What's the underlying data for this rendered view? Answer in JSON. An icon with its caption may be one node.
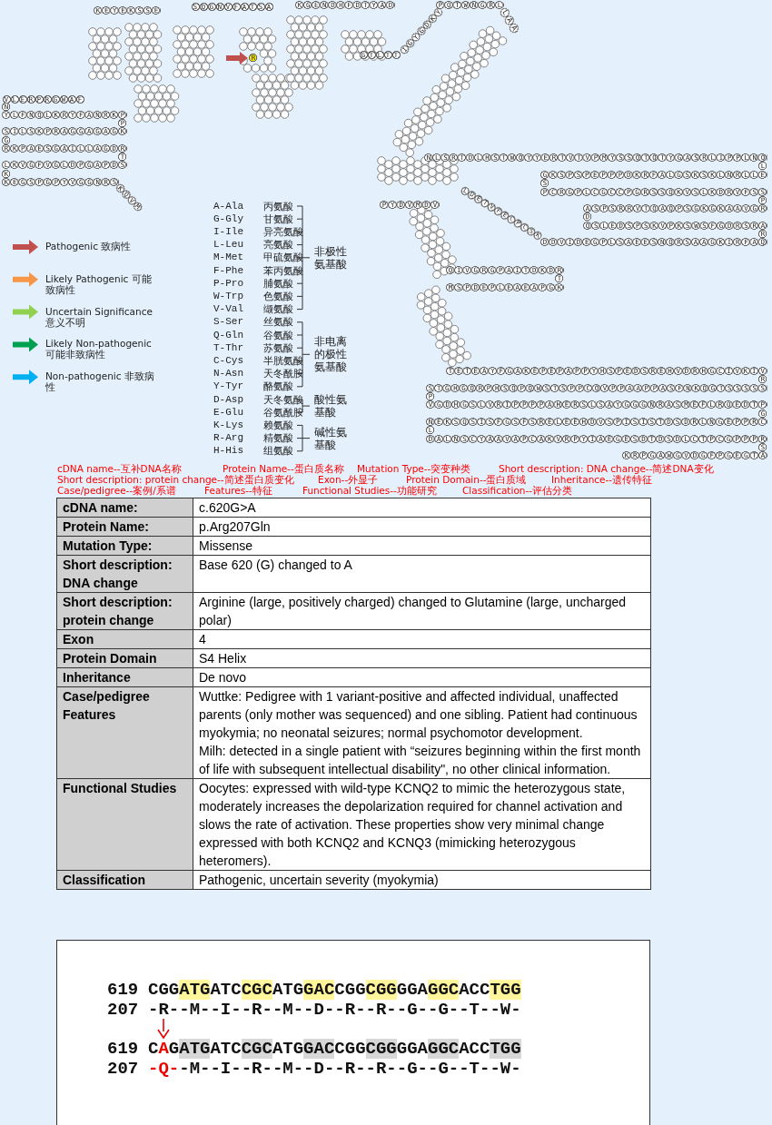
{
  "diagram": {
    "labels": [
      "VLERPRGWAF",
      "N",
      "YLFNQLKRYFANRKP",
      "P",
      "SILSKPRAGGAGAGK",
      "G",
      "RKPAESGAILLAGDR",
      "T",
      "LKVGFVGLDPGAPDS",
      "K",
      "KEGSPGPYVGGNRS",
      "KQVM",
      "KEYEKSSE",
      "SQGNVFATSA",
      "R",
      "KGENDHFDTYAD",
      "GTLTT",
      "IGYGDKY",
      "PQTWNGRL",
      "LAA",
      "NLSRTDLHSTWQYYERTVTVPMYSSQTQTYGASRLIPPLNQ",
      "L",
      "GKSPSPEPPPDKRFALGSKSKLNRLLE",
      "S",
      "PCRGPLCGCCPGRSSQKVSLKDRVFSS",
      "P",
      "ASPSRRVTQAQPSGKGKAAVGR",
      "D",
      "QSLEDSPSKVPKSWSFGDRSRA",
      "R",
      "DDVIDEGPLSAEESNQRSAAGKIRFAQ",
      "PYDVMDV",
      "LDETVFECPCSK",
      "QIVGRGPAITDKDR",
      "T",
      "MSPDEPLEAEAPGK",
      "TETEAYFGAKEPEPAPPYHSPEDSREHVDRHGCIVKIV",
      "R",
      "STGHGQRPHSQPQWSTSPPCQVPPAAPPASFNKQGTSSSSS",
      "P",
      "VGDHGSLVRIPPPPAHERSLSAYGGGNRASMEFLRQEDTP",
      "G",
      "NEKSQSISFGSFSRELEEHDVSPISISTDSDRLNGEPPRC",
      "L",
      "DALNSCYAAVAPCAKVRPYIAEGESDTDSDLCTPCGPPPR",
      "S",
      "KRPGAWGVDGFPGEGTA",
      "A-Ala",
      "丙氨酸",
      "G-Gly",
      "甘氨酸",
      "I-Ile",
      "异亮氨酸",
      "L-Leu",
      "亮氨酸",
      "M-Met",
      "甲硫氨酸",
      "F-Phe",
      "苯丙氨酸",
      "P-Pro",
      "脯氨酸",
      "W-Trp",
      "色氨酸",
      "V-Val",
      "缬氨酸",
      "S-Ser",
      "丝氨酸",
      "Q-Gln",
      "谷氨酸",
      "T-Thr",
      "苏氨酸",
      "C-Cys",
      "半胱氨酸",
      "N-Asn",
      "天冬酰胺",
      "Y-Tyr",
      "酪氨酸",
      "D-Asp",
      "天冬氨酸",
      "E-Glu",
      "谷氨酰胺",
      "K-Lys",
      "赖氨酸",
      "R-Arg",
      "精氨酸",
      "H-His",
      "组氨酸",
      "非极性氨基酸",
      "非电离的极性氨基酸",
      "酸性氨基酸",
      "碱性氨基酸",
      "cDNA name--互补DNA名称",
      "Protein Name--蛋白质名称",
      "Mutation Type--突变种类",
      "Short description: DNA change--简述DNA变化",
      "Short description: protein change--简述蛋白质变化",
      "Exon--外显子",
      "Protein Domain--蛋白质域",
      "Inheritance--遗传特征",
      "Case/pedigree--案例/系谱",
      "Features--特征",
      "Functional Studies--功能研究",
      "Classification--评估分类",
      "cDNA name:",
      "c.620G>A",
      "Protein Name:",
      "p.Arg207Gln",
      "Mutation Type:",
      "Missense",
      "Short description: DNA change",
      "Base 620 (G) changed to A",
      "Short description: protein change",
      "Arginine (large, positively charged) changed to Glutamine (large, uncharged polar)",
      "Exon",
      "4",
      "Protein Domain",
      "S4 Helix",
      "Inheritance",
      "De novo",
      "Case/pedigree Features",
      "Wuttke: Pedigree with 1 variant-positive and affected individual, unaffected parents (only mother was sequenced) and one sibling. Patient had continuous myokymia; no neonatal seizures; normal psychomotor development.",
      "Milh: detected in a single patient with “seizures beginning within the first month of life with subsequent intellectual disability\", no other clinical information.",
      "Functional Studies",
      "Oocytes: expressed with wild-type KCNQ2 to mimic the heterozygous state, moderately increases the depolarization required for channel activation and slows the rate of activation. These properties show very minimal change expressed with both KCNQ2 and KCNQ3 (mimicking heterozygous heteromers).",
      "Classification",
      "Pathogenic, uncertain severity (myokymia)",
      "619",
      "CGGATGATCCGCATGGACCGGCGGGGAGGCACCTGG",
      "207",
      "-R--M--I--R--M--D--R--R--G--G--T--W-",
      "619",
      "CAGATGATCCGCATGGACCGGCGGGGAGGCACCTGG",
      "207",
      "-Q--M--I--R--M--D--R--R--G--G--T--W-"
    ],
    "legend": [
      {
        "text": "Pathogenic 致病性",
        "color": "#c0504d"
      },
      {
        "text": "Likely Pathogenic 可能致病性",
        "color": "#f79646"
      },
      {
        "text": "Uncertain Significance 意义不明",
        "color": "#92d050"
      },
      {
        "text": "Likely Non-pathogenic可能非致病性",
        "color": "#00a050"
      },
      {
        "text": "Non-pathogenic 非致病性",
        "color": "#00b0f0"
      }
    ]
  }
}
